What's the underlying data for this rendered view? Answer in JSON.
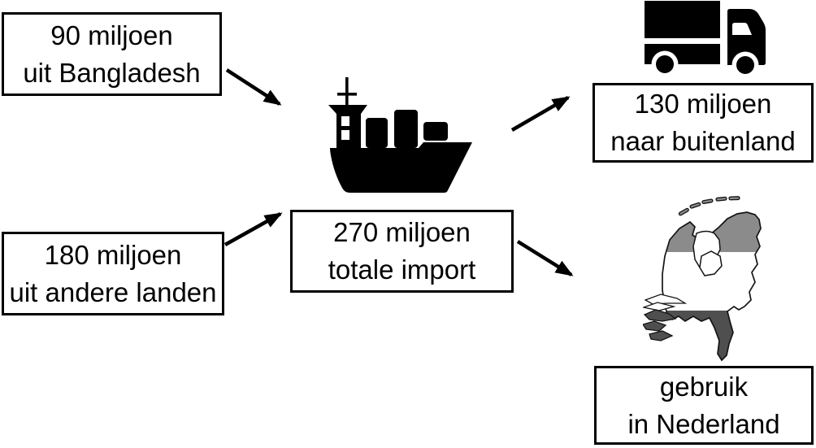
{
  "canvas": {
    "width": "1004",
    "height": "551",
    "background": "#ffffff"
  },
  "colors": {
    "box_border": "#000000",
    "text": "#000000",
    "icon_fill": "#000000",
    "arrow": "#000000",
    "map_band_top": "#8b8b8b",
    "map_band_middle": "#ffffff",
    "map_band_bottom": "#4f4f4f",
    "map_outline": "#141414"
  },
  "nodes": {
    "bangladesh": {
      "line1": "90 miljoen",
      "line2": "uit Bangladesh"
    },
    "other_countries": {
      "line1": "180 miljoen",
      "line2": "uit andere landen"
    },
    "total_import": {
      "line1": "270 miljoen",
      "line2": "totale import"
    },
    "to_abroad": {
      "line1": "130 miljoen",
      "line2": "naar buitenland"
    },
    "dutch_use": {
      "line1": "gebruik",
      "line2": "in Nederland"
    }
  },
  "icons": {
    "ship": "cargo-ship-icon",
    "truck": "delivery-truck-icon",
    "map": "netherlands-map-icon"
  },
  "flows": [
    {
      "from": "90 miljoen uit Bangladesh",
      "to": "270 miljoen totale import"
    },
    {
      "from": "180 miljoen uit andere landen",
      "to": "270 miljoen totale import"
    },
    {
      "from": "270 miljoen totale import",
      "to": "130 miljoen naar buitenland"
    },
    {
      "from": "270 miljoen totale import",
      "to": "gebruik in Nederland"
    }
  ]
}
